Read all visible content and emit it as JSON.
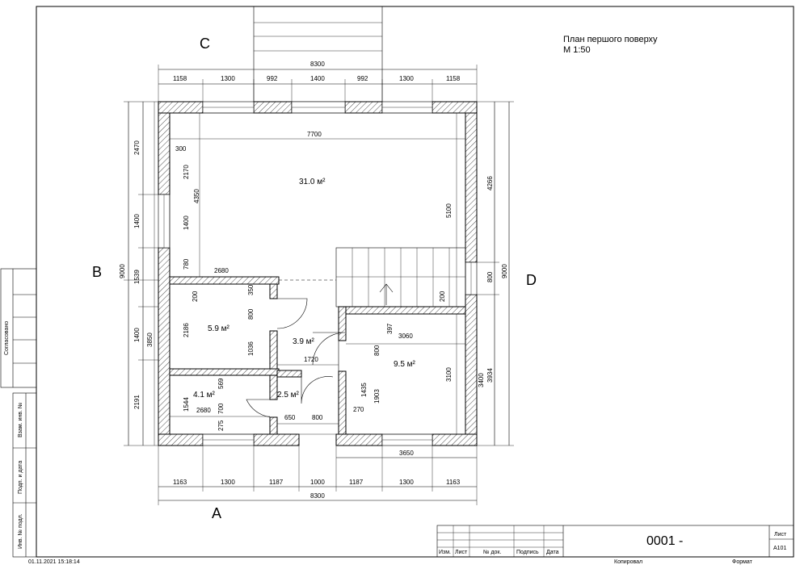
{
  "sheet": {
    "title_line1": "План першого поверху",
    "title_line2": "М 1:50"
  },
  "axes": {
    "top": "C",
    "bottom": "A",
    "left": "B",
    "right": "D"
  },
  "dims_top": {
    "total": "8300",
    "segments": [
      "1158",
      "1300",
      "992",
      "1400",
      "992",
      "1300",
      "1158"
    ]
  },
  "dims_bottom": {
    "total": "8300",
    "segments": [
      "1163",
      "1300",
      "1187",
      "1000",
      "1187",
      "1300",
      "1163"
    ],
    "inner": "3650"
  },
  "dims_left": {
    "total": "9000",
    "outer": [
      "2470",
      "1400",
      "1539",
      "1400",
      "2191"
    ],
    "inner": [
      "4350",
      "3850"
    ],
    "near": [
      "300",
      "2170",
      "1400",
      "780",
      "200",
      "2186",
      "1544",
      "700",
      "275"
    ]
  },
  "dims_right": {
    "total": "9000",
    "outer": [
      "4266",
      "800",
      "3934"
    ],
    "inner": [
      "5100",
      "3400",
      "3100"
    ]
  },
  "dims_inner": {
    "top_room_width": "7700",
    "hall_width": "2680",
    "small_wall_a": "350",
    "door_a": "800",
    "wall_b": "1036",
    "small_c": "569",
    "bath_width": "2680",
    "corridor_width": "1720",
    "door_c": "650",
    "door_d": "800",
    "room_d_width": "3060",
    "small_d": "397",
    "door_e": "800",
    "wall_f": "1435",
    "wall_g": "1903",
    "wall_h": "270",
    "stair_offset": "200"
  },
  "rooms": {
    "living": "31.0 м²",
    "bedroom": "5.9 м²",
    "hall": "3.9 м²",
    "room_right": "9.5 м²",
    "bath": "4.1 м²",
    "wc": "2.5 м²"
  },
  "left_stamp": {
    "agreed": "Согласовано",
    "mutual": "Взам. инв. №",
    "sign_date": "Подп. и дата",
    "inv_orig": "Инв. № подл."
  },
  "title_block": {
    "code": "0001 -",
    "izm": "Изм.",
    "list": "Лист",
    "doc_no": "№ док.",
    "signature": "Подпись",
    "date": "Дата",
    "sheet_label": "Лист",
    "sheet_code": "A101",
    "copied": "Копировал",
    "format": "Формат"
  },
  "footer": {
    "timestamp": "01.11.2021 15:18:14"
  }
}
